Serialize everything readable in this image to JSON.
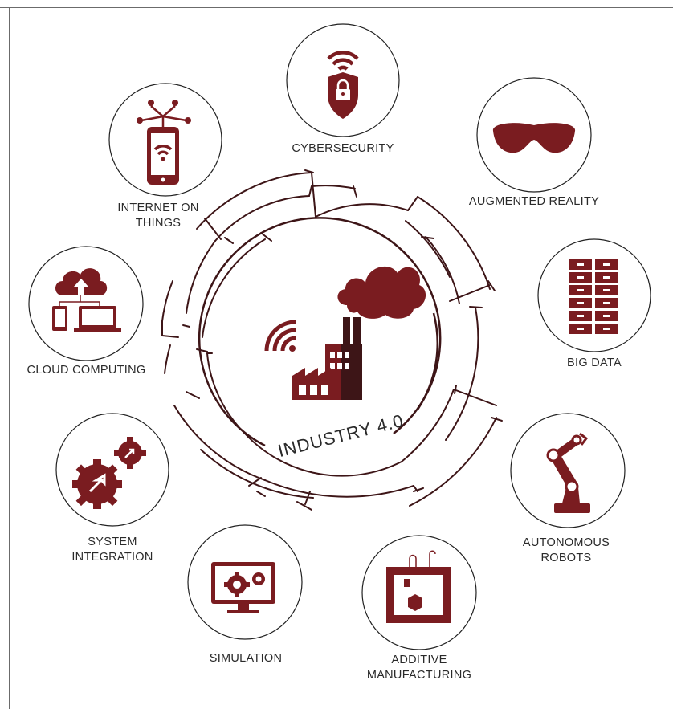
{
  "center": {
    "title": "INDUSTRY 4.0"
  },
  "colors": {
    "primary": "#7a1c20",
    "dark": "#3d1517",
    "outline": "#222222",
    "text": "#2a2a2a"
  },
  "nodes": [
    {
      "id": "cybersecurity",
      "icon": "wifi-lock-shield-icon",
      "lines": [
        "CYBERSECURITY"
      ]
    },
    {
      "id": "augmented-reality",
      "icon": "vr-goggles-icon",
      "lines": [
        "AUGMENTED REALITY"
      ]
    },
    {
      "id": "big-data",
      "icon": "server-rack-icon",
      "lines": [
        "BIG DATA"
      ]
    },
    {
      "id": "autonomous-robots",
      "icon": "robot-arm-icon",
      "lines": [
        "AUTONOMOUS",
        "ROBOTS"
      ]
    },
    {
      "id": "additive-manufacturing",
      "icon": "3d-printer-icon",
      "lines": [
        "ADDITIVE",
        "MANUFACTURING"
      ]
    },
    {
      "id": "simulation",
      "icon": "monitor-gears-icon",
      "lines": [
        "SIMULATION"
      ]
    },
    {
      "id": "system-integration",
      "icon": "gears-icon",
      "lines": [
        "SYSTEM",
        "INTEGRATION"
      ]
    },
    {
      "id": "cloud-computing",
      "icon": "cloud-devices-icon",
      "lines": [
        "CLOUD COMPUTING"
      ]
    },
    {
      "id": "internet-on-things",
      "icon": "smartphone-network-icon",
      "lines": [
        "INTERNET ON",
        "THINGS"
      ]
    }
  ]
}
